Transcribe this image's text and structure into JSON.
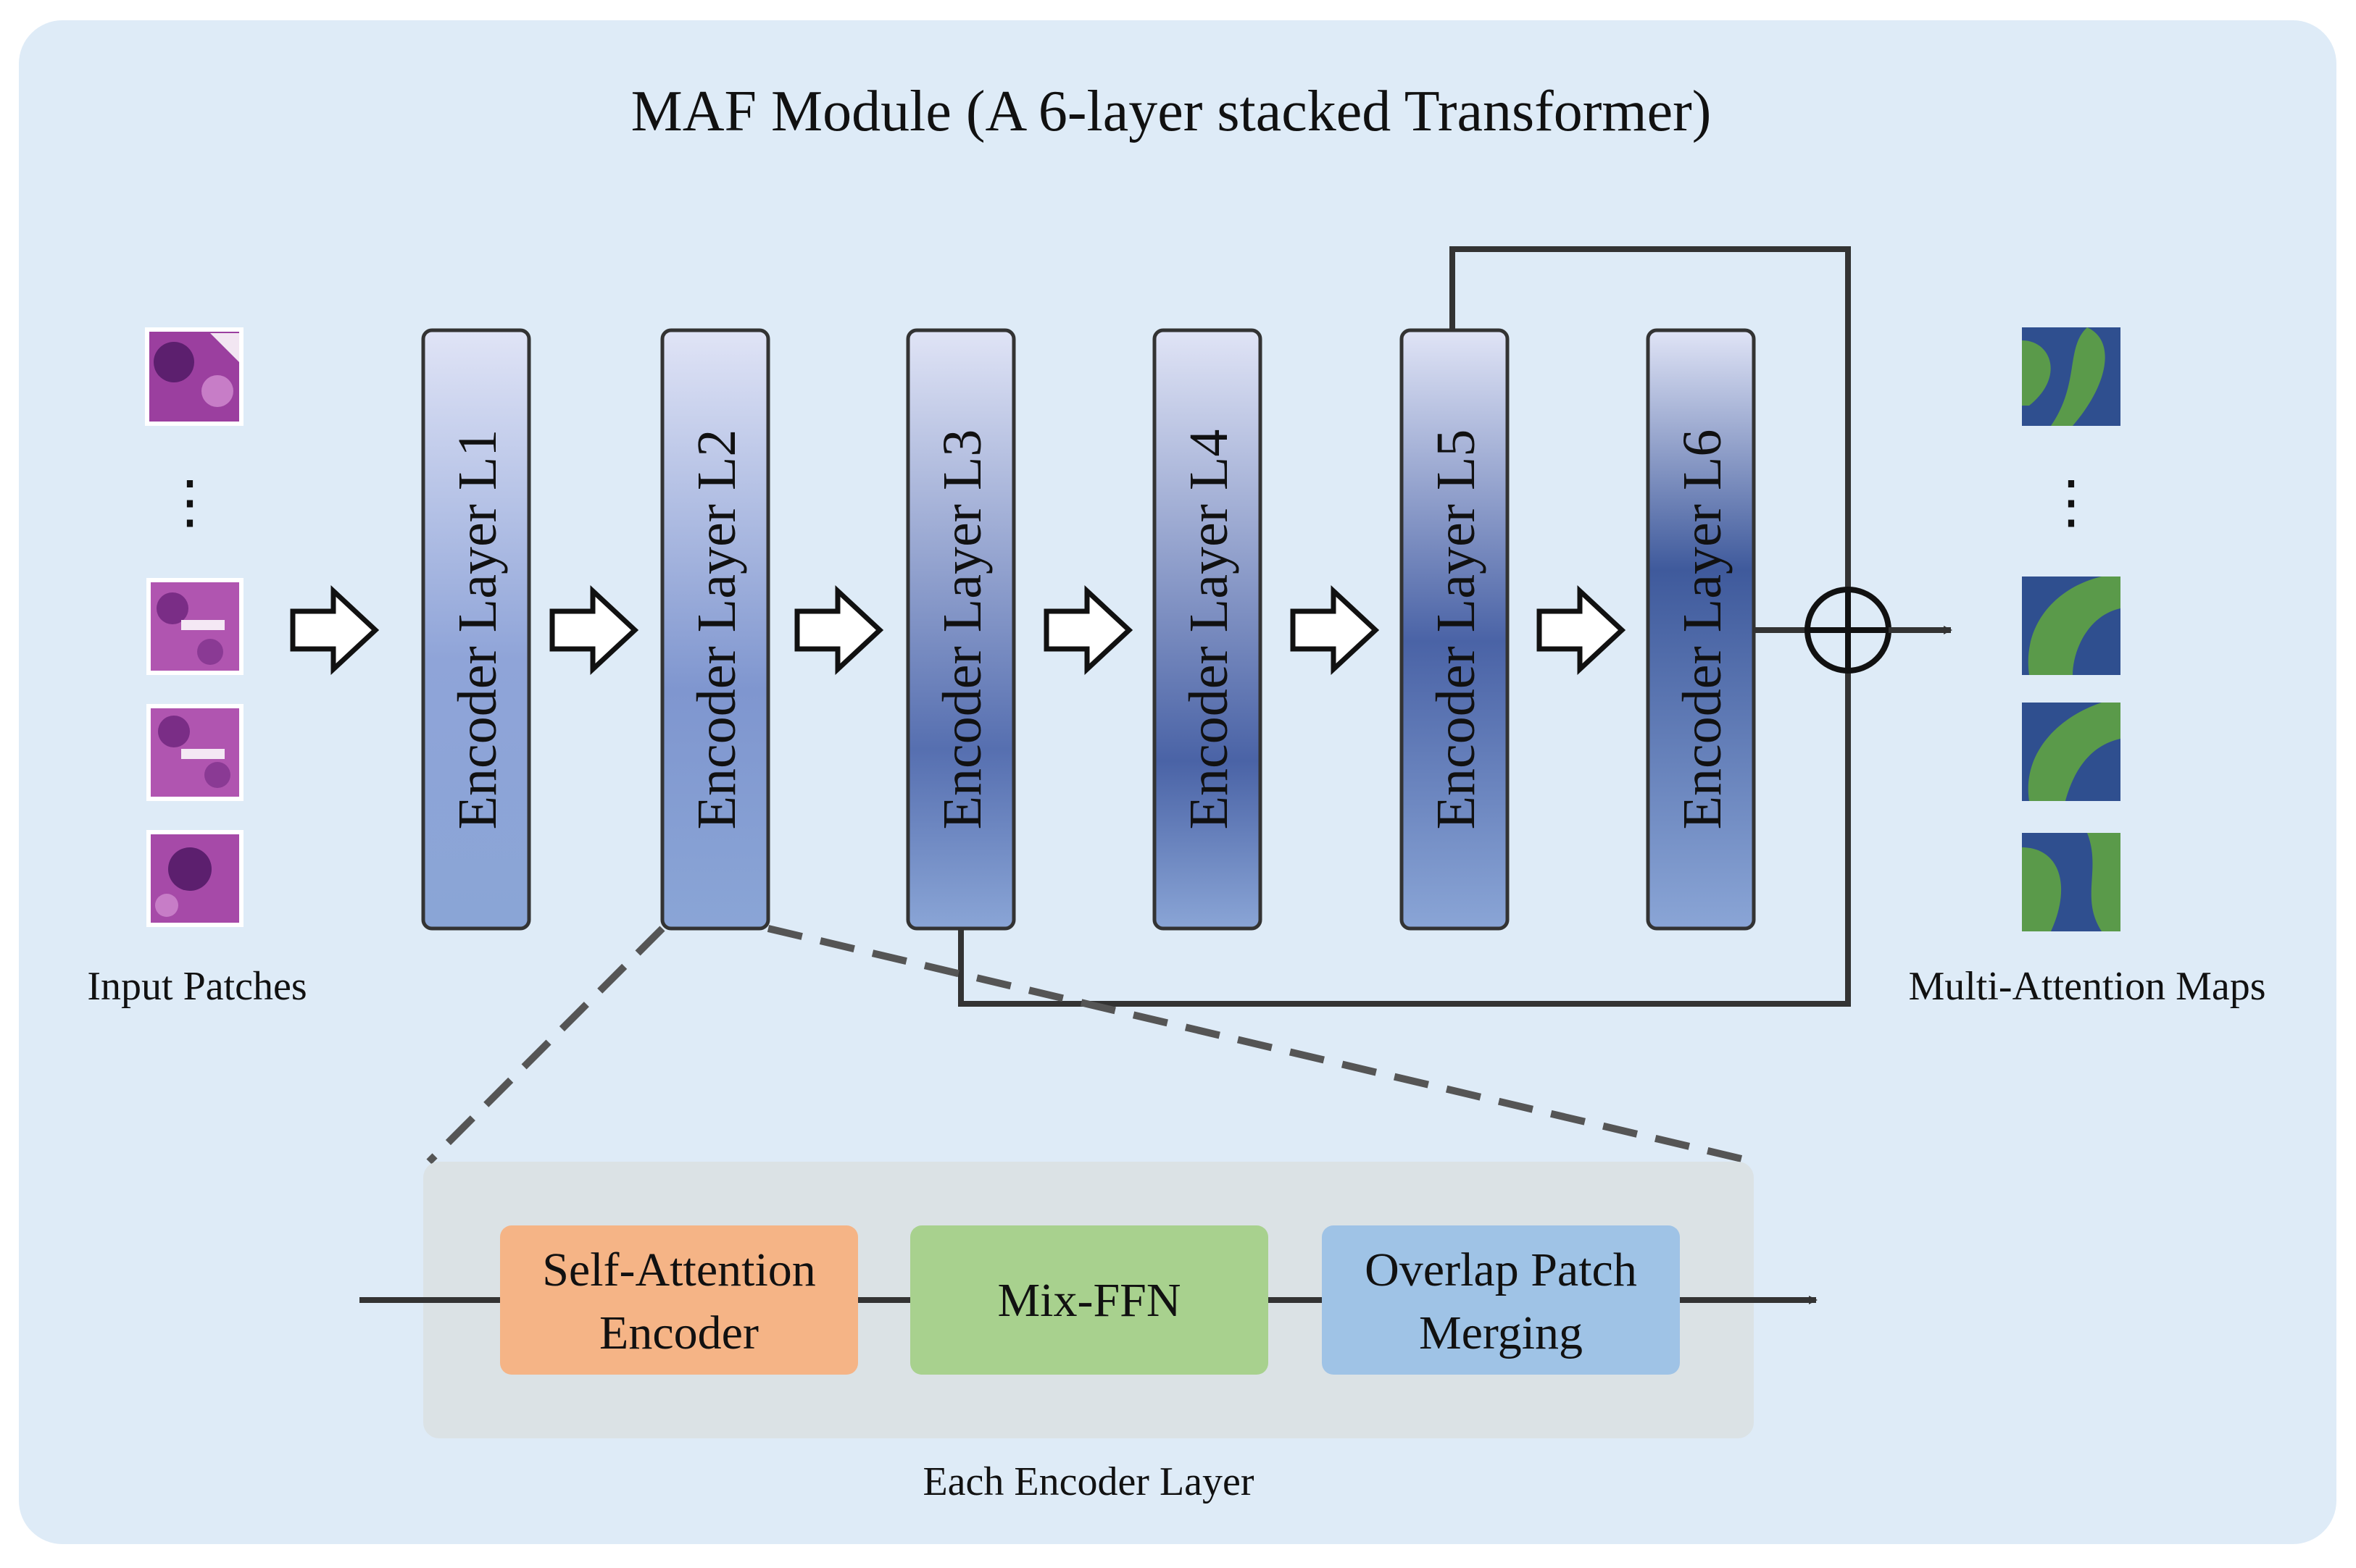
{
  "title": "MAF Module (A 6-layer stacked Transformer)",
  "input_caption": "Input Patches",
  "output_caption": "Multi-Attention Maps",
  "encoder_layers": [
    {
      "label": "Encoder Layer L1"
    },
    {
      "label": "Encoder Layer L2"
    },
    {
      "label": "Encoder Layer L3"
    },
    {
      "label": "Encoder Layer L4"
    },
    {
      "label": "Encoder Layer L5"
    },
    {
      "label": "Encoder Layer L6"
    }
  ],
  "detail": {
    "caption": "Each Encoder Layer",
    "blocks": [
      {
        "line1": "Self-Attention",
        "line2": "Encoder",
        "color": "#f5b486"
      },
      {
        "line1": "Mix-FFN",
        "line2": "",
        "color": "#a8d18e"
      },
      {
        "line1": "Overlap Patch",
        "line2": "Merging",
        "color": "#9fc3e6"
      }
    ]
  },
  "colors": {
    "panel_background": "#deebf7",
    "detail_background": "#dbe2e5",
    "encoder_top": "#dfe3f5",
    "encoder_mid": "#3f5a9c",
    "encoder_bottom": "#8aa5d6",
    "patch_purple": "#9b3f9f",
    "map_blue": "#2f4f8f",
    "map_green": "#5a9a4a"
  }
}
